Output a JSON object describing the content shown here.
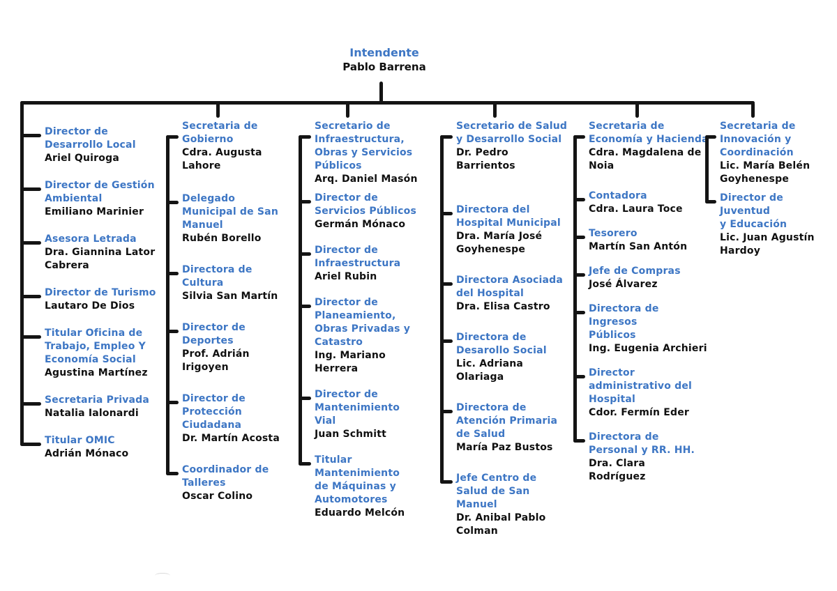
{
  "root": {
    "title": "Intendente",
    "name": "Pablo Barrena"
  },
  "colors": {
    "accent_blue": "#3d76c4",
    "text_black": "#101010",
    "line_black": "#141414"
  },
  "columns": [
    {
      "id": "staff-intendente",
      "head": null,
      "items": [
        {
          "role": "Director de\nDesarrollo Local",
          "name": "Ariel Quiroga"
        },
        {
          "role": "Director de Gestión\nAmbiental",
          "name": "Emiliano Marinier"
        },
        {
          "role": "Asesora Letrada",
          "name": "Dra. Giannina Lator\nCabrera"
        },
        {
          "role": "Director de Turismo",
          "name": "Lautaro De Dios"
        },
        {
          "role": "Titular Oficina de\nTrabajo, Empleo Y\nEconomía Social",
          "name": "Agustina Martínez"
        },
        {
          "role": "Secretaria Privada",
          "name": "Natalia Ialonardi"
        },
        {
          "role": "Titular OMIC",
          "name": "Adrián Mónaco"
        }
      ]
    },
    {
      "id": "gobierno",
      "head": {
        "role": "Secretaria de\nGobierno",
        "name": "Cdra. Augusta\nLahore"
      },
      "items": [
        {
          "role": "Delegado\nMunicipal de San\nManuel",
          "name": "Rubén Borello"
        },
        {
          "role": "Directora de\nCultura",
          "name": "Silvia San Martín"
        },
        {
          "role": "Director de\nDeportes",
          "name": "Prof. Adrián\nIrigoyen"
        },
        {
          "role": "Director de\nProtección\nCiudadana",
          "name": "Dr. Martín Acosta"
        },
        {
          "role": "Coordinador de\nTalleres",
          "name": "Oscar Colino"
        }
      ]
    },
    {
      "id": "infraestructura",
      "head": {
        "role": "Secretario de\nInfraestructura,\nObras y Servicios\nPúblicos",
        "name": "Arq. Daniel Masón"
      },
      "items": [
        {
          "role": "Director de\nServicios Públicos",
          "name": "Germán Mónaco"
        },
        {
          "role": "Director de\nInfraestructura",
          "name": "Ariel Rubin"
        },
        {
          "role": "Director de\nPlaneamiento,\nObras Privadas y\nCatastro",
          "name": "Ing. Mariano\nHerrera"
        },
        {
          "role": "Director de\nMantenimiento\nVial",
          "name": "Juan Schmitt"
        },
        {
          "role": "Titular\nMantenimiento\nde Máquinas y\nAutomotores",
          "name": "Eduardo Melcón"
        }
      ]
    },
    {
      "id": "salud-desarrollo-social",
      "head": {
        "role": "Secretario de Salud\ny Desarrollo Social",
        "name": "Dr. Pedro Barrientos"
      },
      "items": [
        {
          "role": "Directora del\nHospital Municipal",
          "name": "Dra. María José\nGoyhenespe"
        },
        {
          "role": "Directora Asociada\ndel Hospital",
          "name": "Dra. Elisa Castro"
        },
        {
          "role": "Directora de\nDesarollo Social",
          "name": "Lic. Adriana\nOlariaga"
        },
        {
          "role": "Directora de\nAtención Primaria\nde Salud",
          "name": "María Paz Bustos"
        },
        {
          "role": "Jefe Centro de\nSalud de San\nManuel",
          "name": "Dr. Anibal Pablo\nColman"
        }
      ]
    },
    {
      "id": "economia-hacienda",
      "head": {
        "role": "Secretaria de\nEconomía y Hacienda",
        "name": "Cdra. Magdalena de\nNoia"
      },
      "items": [
        {
          "role": "Contadora",
          "name": "Cdra. Laura Toce"
        },
        {
          "role": "Tesorero",
          "name": "Martín San Antón"
        },
        {
          "role": "Jefe de Compras",
          "name": "José Álvarez"
        },
        {
          "role": "Directora de Ingresos\nPúblicos",
          "name": "Ing. Eugenia Archieri"
        },
        {
          "role": "Director\nadministrativo del\nHospital",
          "name": "Cdor. Fermín Eder"
        },
        {
          "role": "Directora de\nPersonal y RR. HH.",
          "name": "Dra. Clara\nRodríguez"
        }
      ]
    },
    {
      "id": "innovacion-coordinacion",
      "head": {
        "role": "Secretaria de\nInnovación y\nCoordinación",
        "name": "Lic. María Belén\nGoyhenespe"
      },
      "items": [
        {
          "role": "Director de Juventud\ny Educación",
          "name": "Lic. Juan Agustín\nHardoy"
        }
      ]
    }
  ]
}
